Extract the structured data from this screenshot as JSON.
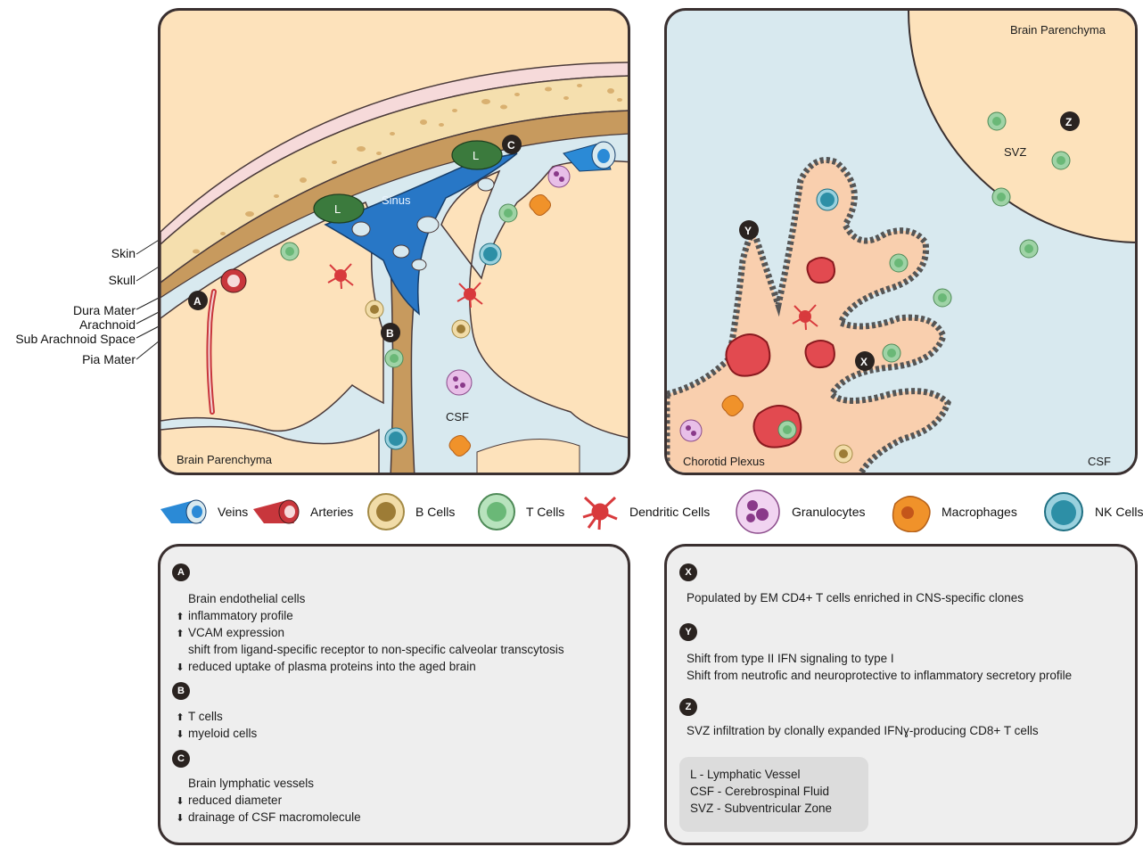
{
  "layers": [
    "Skin",
    "Skull",
    "Dura Mater",
    "Arachnoid",
    "Sub Arachnoid Space",
    "Pia Mater"
  ],
  "left_panel": {
    "sinus": "Sinus",
    "lymph": "L",
    "csf": "CSF",
    "parenchyma": "Brain Parenchyma",
    "badges": {
      "a": "A",
      "b": "B",
      "c": "C"
    }
  },
  "right_panel": {
    "parenchyma": "Brain Parenchyma",
    "svz": "SVZ",
    "plexus": "Chorotid Plexus",
    "csf": "CSF",
    "badges": {
      "x": "X",
      "y": "Y",
      "z": "Z"
    }
  },
  "legend": [
    "Veins",
    "Arteries",
    "B Cells",
    "T Cells",
    "Dendritic Cells",
    "Granulocytes",
    "Macrophages",
    "NK Cells"
  ],
  "notes_left": {
    "a": {
      "badge": "A",
      "lines": [
        {
          "arrow": "",
          "text": "Brain endothelial cells"
        },
        {
          "arrow": "up",
          "text": "inflammatory profile"
        },
        {
          "arrow": "up",
          "text": "VCAM expression"
        },
        {
          "arrow": "",
          "text": "shift from ligand-specific receptor to non-specific calveolar transcytosis"
        },
        {
          "arrow": "down",
          "text": "reduced uptake of plasma proteins into the aged brain"
        }
      ]
    },
    "b": {
      "badge": "B",
      "lines": [
        {
          "arrow": "up",
          "text": "T cells"
        },
        {
          "arrow": "down",
          "text": "myeloid cells"
        }
      ]
    },
    "c": {
      "badge": "C",
      "lines": [
        {
          "arrow": "",
          "text": "Brain lymphatic vessels"
        },
        {
          "arrow": "down",
          "text": "reduced diameter"
        },
        {
          "arrow": "down",
          "text": "drainage of CSF macromolecule"
        }
      ]
    }
  },
  "notes_right": {
    "x": {
      "badge": "X",
      "lines": [
        "Populated by EM CD4+ T cells enriched in CNS-specific clones"
      ]
    },
    "y": {
      "badge": "Y",
      "lines": [
        "Shift from type II IFN signaling to type I",
        "Shift from neutrofic and neuroprotective to  inflammatory secretory profile"
      ]
    },
    "z": {
      "badge": "Z",
      "lines": [
        "SVZ infiltration by clonally expanded IFNɣ-producing CD8+ T cells"
      ]
    }
  },
  "abbreviations": [
    "L - Lymphatic Vessel",
    "CSF - Cerebrospinal Fluid",
    "SVZ - Subventricular Zone"
  ],
  "colors": {
    "parenchyma": "#fde2bb",
    "csf": "#d8e9ef",
    "skull": "#f5dfae",
    "dura": "#c79a5e",
    "skin": "#f6dada",
    "sinus": "#2877c6",
    "lymph": "#3b7a3d",
    "tcell": "#9fd3a6",
    "bcell": "#d9bc73",
    "nk": "#2d8fa6",
    "dendritic": "#d83a3d",
    "granulocyte": "#e8bfe8",
    "macrophage": "#f0922a",
    "artery": "#c8363c",
    "vein": "#2b8ad6",
    "epithelium": "#bdbdbd"
  }
}
